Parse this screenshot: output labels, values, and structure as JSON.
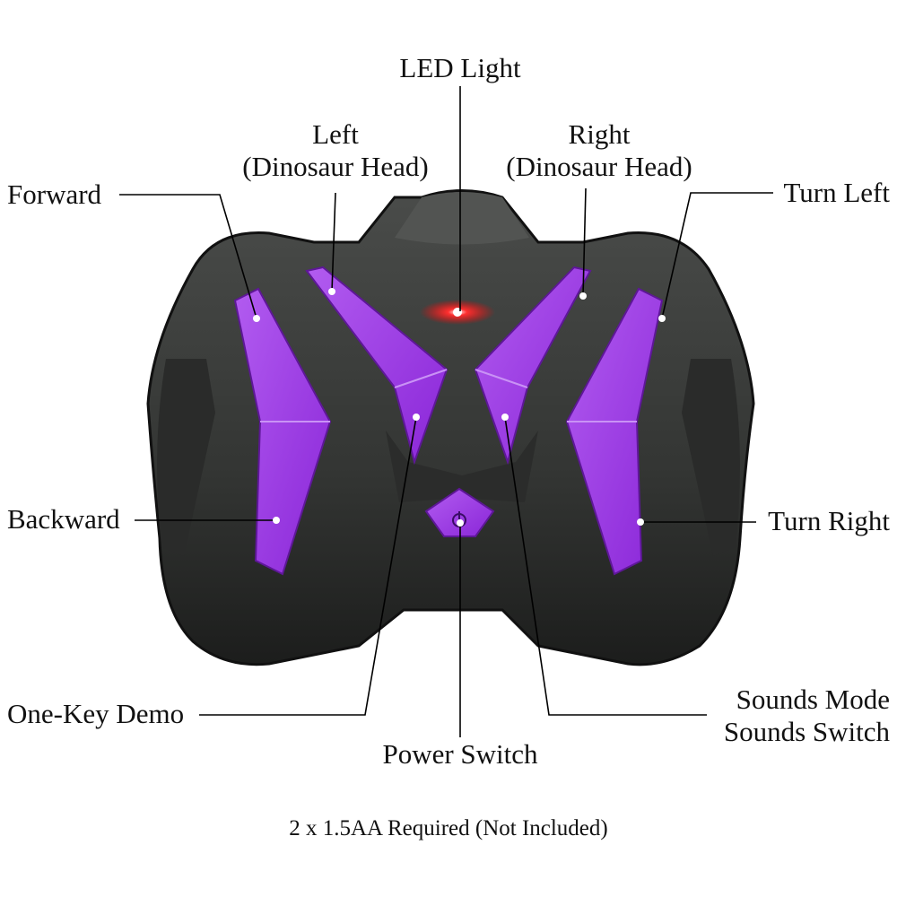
{
  "labels": {
    "led_light": "LED Light",
    "left_head": [
      "Left",
      "(Dinosaur Head)"
    ],
    "right_head": [
      "Right",
      "(Dinosaur Head)"
    ],
    "forward": "Forward",
    "turn_left": "Turn Left",
    "backward": "Backward",
    "turn_right": "Turn Right",
    "one_key_demo": "One-Key Demo",
    "power_switch": "Power Switch",
    "sounds": [
      "Sounds Mode",
      "Sounds Switch"
    ]
  },
  "note": "2 x 1.5AA Required (Not Included)",
  "colors": {
    "button": "#9b30e6",
    "button_highlight": "#c27cf7",
    "body": "#3d3f3d",
    "body_dark": "#1f201f",
    "led": "#ff2a2a",
    "line": "#000000"
  }
}
